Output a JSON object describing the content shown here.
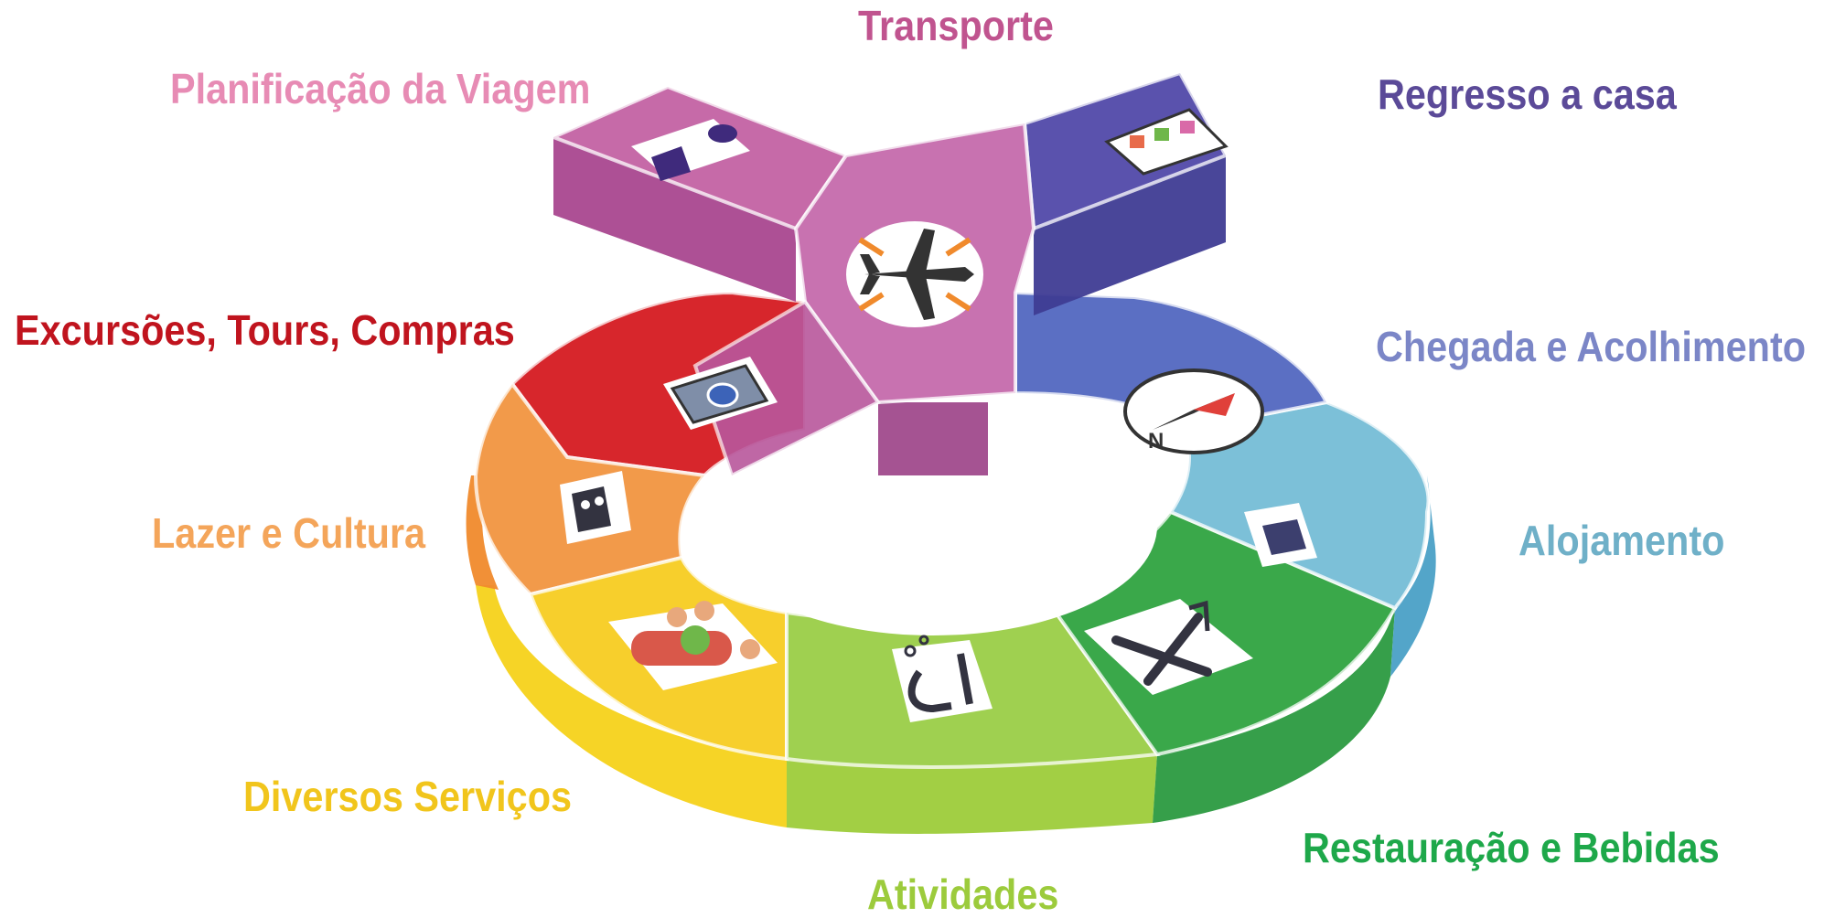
{
  "labels": {
    "transport": "Transporte",
    "planning": "Planificação da Viagem",
    "return": "Regresso a casa",
    "excursions": "Excursões, Tours, Compras",
    "arrival": "Chegada e Acolhimento",
    "leisure": "Lazer e Cultura",
    "lodging": "Alojamento",
    "services": "Diversos Serviços",
    "restaurants": "Restauração e Bebidas",
    "activities": "Atividades"
  },
  "colors": {
    "transport": "#c0548f",
    "planning": "#e78bb4",
    "return": "#5b4a98",
    "excursions": "#c0141e",
    "arrival": "#7b86c7",
    "leisure": "#f4a55a",
    "lodging": "#6fb0c8",
    "services": "#f1c51c",
    "restaurants": "#1ea84a",
    "activities": "#9ccb3c"
  },
  "icons": {
    "center": "airplane-icon",
    "planning": "information-icon",
    "return": "photo-album-icon",
    "excursions": "camera-icon",
    "arrival": "compass-icon",
    "leisure": "theatre-masks-icon",
    "lodging": "bed-icon",
    "services": "people-icon",
    "restaurants": "fork-knife-icon",
    "activities": "snorkel-icon"
  }
}
